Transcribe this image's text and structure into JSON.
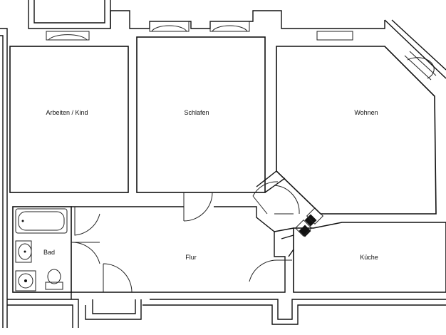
{
  "rooms": {
    "arbeiten": "Arbeiten / Kind",
    "schlafen": "Schlafen",
    "wohnen": "Wohnen",
    "bad": "Bad",
    "flur": "Flur",
    "kueche": "Küche"
  }
}
